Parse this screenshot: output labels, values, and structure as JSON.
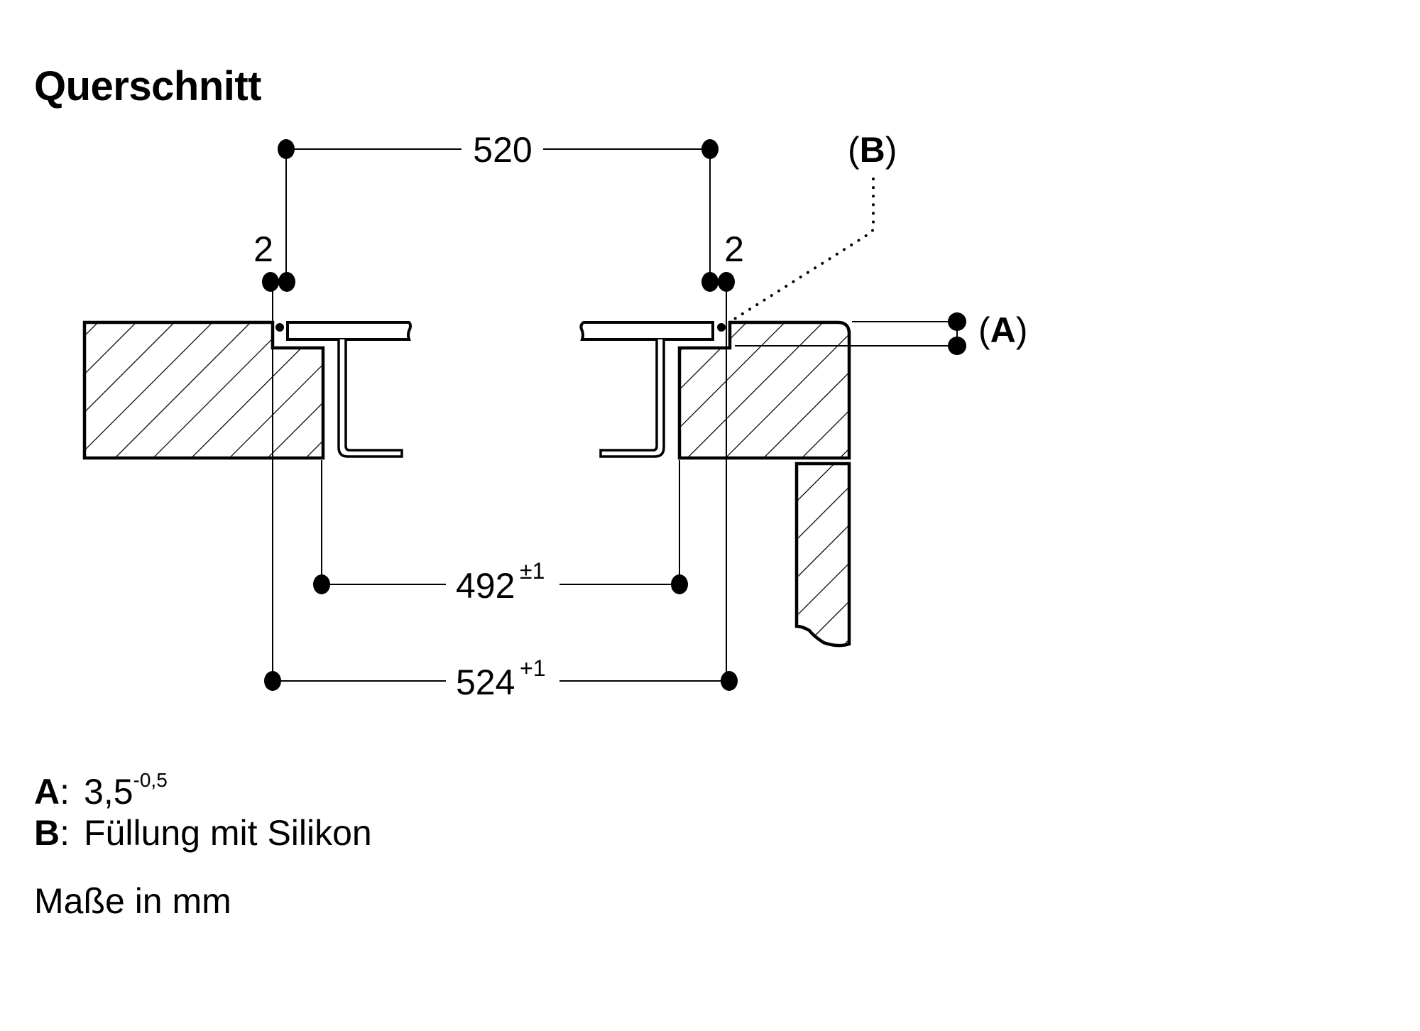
{
  "title": "Querschnitt",
  "dimensions": {
    "top_width": {
      "value": "520"
    },
    "gap_left": {
      "value": "2"
    },
    "gap_right": {
      "value": "2"
    },
    "cutout_inner": {
      "value": "492",
      "tolerance": "±1"
    },
    "cutout_outer": {
      "value": "524",
      "tolerance": "+1"
    }
  },
  "callouts": {
    "a": {
      "open": "(",
      "letter": "A",
      "close": ")"
    },
    "b": {
      "open": "(",
      "letter": "B",
      "close": ")"
    }
  },
  "legend": [
    {
      "key": "A",
      "sep": ":",
      "value": "3,5",
      "sup": "-0,5"
    },
    {
      "key": "B",
      "sep": ":",
      "value": "Füllung mit Silikon",
      "sup": ""
    }
  ],
  "units_note": "Maße in mm",
  "colors": {
    "ink": "#000000",
    "paper": "#ffffff"
  }
}
